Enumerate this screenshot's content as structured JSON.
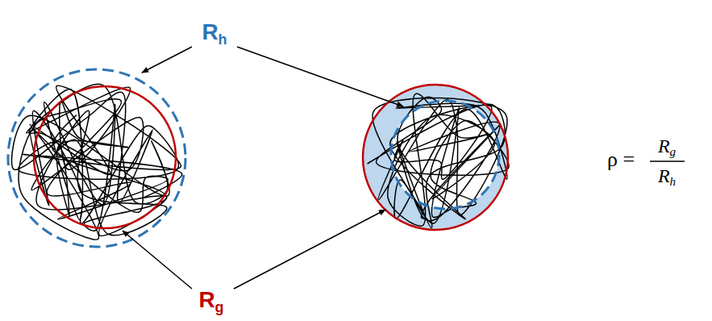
{
  "diagram": {
    "labels": [
      "Rh",
      "Rg",
      "ρ =",
      "Rg",
      "Rh"
    ]
  }
}
